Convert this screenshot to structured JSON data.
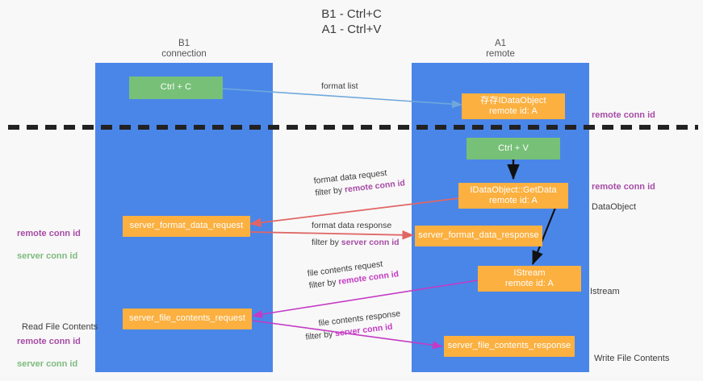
{
  "title": "B1 - Ctrl+C\nA1 - Ctrl+V",
  "columns": {
    "left": {
      "name": "B1",
      "role": "connection",
      "label": "B1\nconnection"
    },
    "right": {
      "name": "A1",
      "role": "remote",
      "label": "A1\nremote"
    }
  },
  "colors": {
    "lane": "#4a86e8",
    "green_box": "#77c078",
    "orange_box": "#fbb040",
    "remote_conn_id": "#a64ca6",
    "server_conn_id": "#7dbb7d",
    "arrow_format_list": "#6fa8dc",
    "arrow_format_data": "#e06666",
    "arrow_file_contents": "#c43ac4",
    "arrow_black": "#111111",
    "background": "#f8f8f8"
  },
  "boxes": {
    "ctrl_c": {
      "text": "Ctrl + C",
      "kind": "green"
    },
    "ctrl_v": {
      "text": "Ctrl + V",
      "kind": "green"
    },
    "data_object_remote": {
      "line1": "存存IDataObject",
      "line2": "remote id: A",
      "kind": "orange"
    },
    "get_data": {
      "line1": "IDataObject::GetData",
      "line2": "remote id: A",
      "kind": "orange"
    },
    "istream": {
      "line1": "IStream",
      "line2": "remote id: A",
      "kind": "orange"
    },
    "server_format_data_request": {
      "line1": "server_format_data_request",
      "kind": "orange"
    },
    "server_format_data_response": {
      "line1": "server_format_data_response",
      "kind": "orange"
    },
    "server_file_contents_request": {
      "line1": "server_file_contents_request",
      "kind": "orange"
    },
    "server_file_contents_response": {
      "line1": "server_file_contents_response",
      "kind": "orange"
    }
  },
  "edge_labels": {
    "format_list": "format list",
    "format_data_request": {
      "line1": "format data request",
      "prefix": "filter by ",
      "highlight": "remote conn id"
    },
    "format_data_response": {
      "line1": "format data response",
      "prefix": "filter by ",
      "highlight": "server conn id"
    },
    "file_contents_request": {
      "line1": "file contents request",
      "prefix": "filter by ",
      "highlight": "remote conn id"
    },
    "file_contents_response": {
      "line1": "file contents response",
      "prefix": "filter by ",
      "highlight": "server conn id"
    }
  },
  "side_notes": {
    "right_remote_conn_id_top": "remote conn id",
    "right_remote_conn_id_mid": "remote conn id",
    "right_data_object": "DataObject",
    "right_istream": "Istream",
    "right_write_file_contents": "Write File Contents",
    "left_conn_ids_mid": {
      "purple": "remote conn id",
      "green": "server conn id"
    },
    "left_read_file_contents": "Read File Contents",
    "left_conn_ids_bottom": {
      "purple": "remote conn id",
      "green": "server conn id"
    }
  }
}
